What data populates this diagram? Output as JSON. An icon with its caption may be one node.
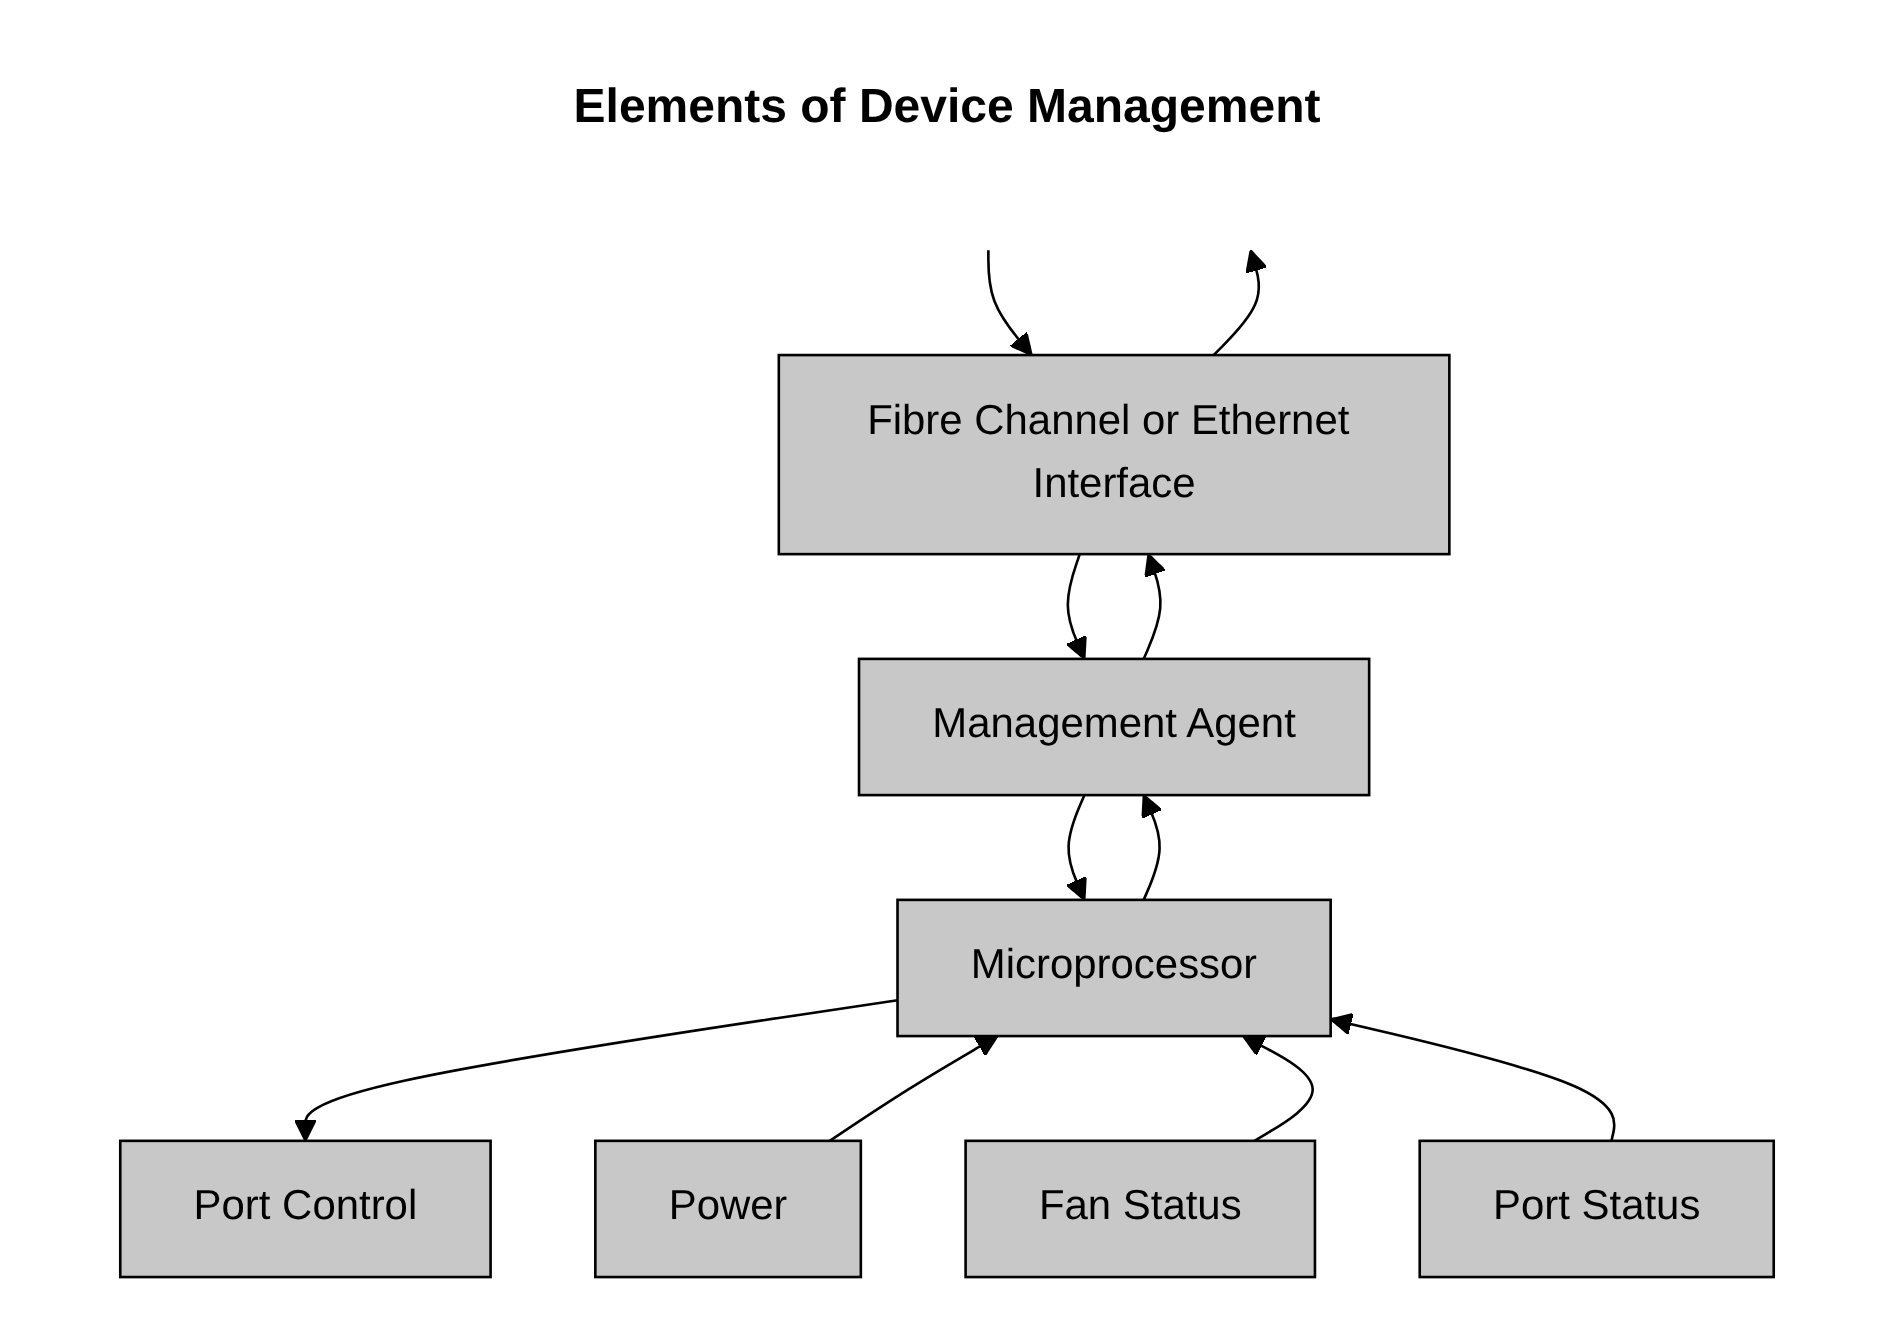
{
  "diagram": {
    "title": "Elements of Device Management",
    "nodes": [
      {
        "text": [
          "Fibre Channel or Ethernet Interface"
        ]
      },
      {
        "text": [
          "Management Agent"
        ]
      },
      {
        "text": [
          "Microprocessor"
        ]
      },
      {
        "text": [
          "Power"
        ]
      },
      {
        "text": [
          "Fan Status"
        ]
      },
      {
        "text": [
          "Port Status"
        ]
      },
      {
        "text": [
          "Port Control"
        ]
      }
    ],
    "edges": [
      {
        "from": 0,
        "to": null,
        "arrow": "to"
      },
      {
        "from": null,
        "to": 0,
        "arrow": "to"
      },
      {
        "from": 1,
        "to": 0,
        "arrow": "to"
      },
      {
        "from": 0,
        "to": 1,
        "arrow": "to"
      },
      {
        "from": 2,
        "to": 1,
        "arrow": "to"
      },
      {
        "from": 1,
        "to": 2,
        "arrow": "to"
      },
      {
        "from": 3,
        "to": 2,
        "arrow": "to"
      },
      {
        "from": 4,
        "to": 2,
        "arrow": "to"
      },
      {
        "from": 5,
        "to": 2,
        "arrow": "to"
      },
      {
        "from": 2,
        "to": 6,
        "arrow": "to"
      }
    ]
  }
}
